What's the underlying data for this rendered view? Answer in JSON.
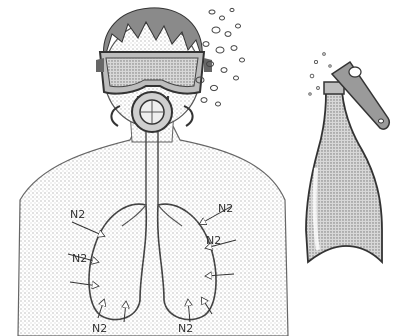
{
  "labels": {
    "n2_left_1": "N2",
    "n2_left_2": "N2",
    "n2_right_1": "N2",
    "n2_right_2": "N2",
    "n2_bottom_left": "N2",
    "n2_bottom_right": "N2"
  },
  "icons": {
    "diver": "diver-figure-icon",
    "bottle": "soda-bottle-icon",
    "bubbles": "bubbles-icon",
    "arrows": "arrow-icon"
  },
  "colors": {
    "ink": "#444444",
    "shade": "#d9d9d9",
    "shade_dark": "#a9a9a9",
    "paper": "#ffffff"
  }
}
